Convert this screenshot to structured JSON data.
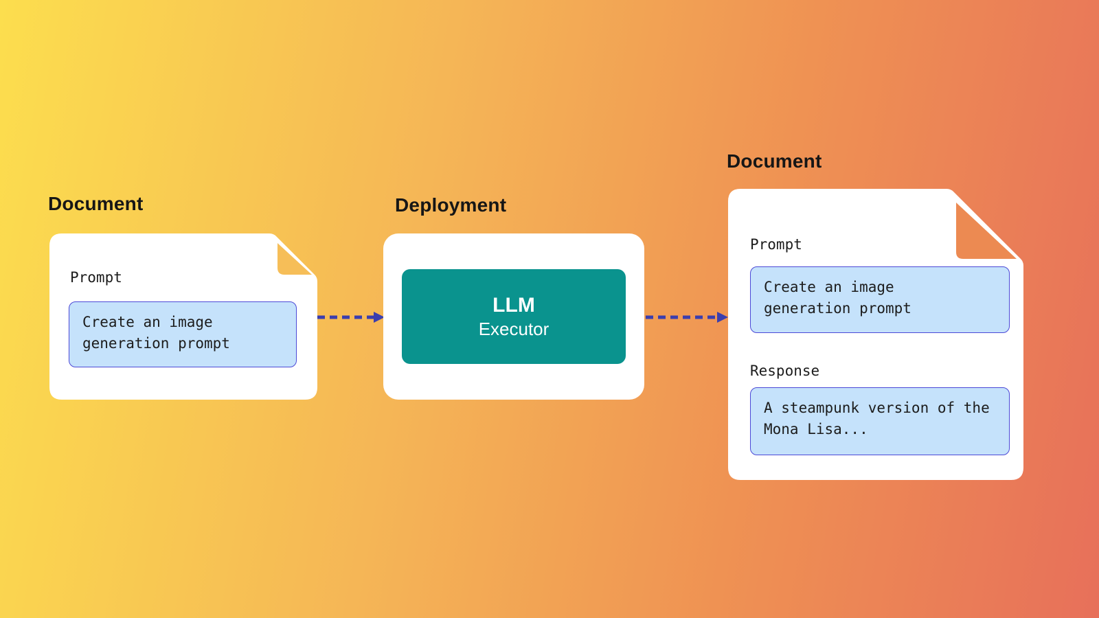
{
  "diagram": {
    "left_document": {
      "title": "Document",
      "prompt_label": "Prompt",
      "prompt_text": "Create an image\ngeneration prompt"
    },
    "deployment": {
      "title": "Deployment",
      "node_title": "LLM",
      "node_subtitle": "Executor"
    },
    "right_document": {
      "title": "Document",
      "prompt_label": "Prompt",
      "prompt_text": "Create an image\ngeneration prompt",
      "response_label": "Response",
      "response_text": "A steampunk version of the\nMona Lisa..."
    },
    "colors": {
      "background_gradient_start": "#FCDE4E",
      "background_gradient_mid": "#EF9253",
      "background_gradient_end": "#E7705A",
      "card_fill": "#FFFFFF",
      "field_fill": "#C5E2FB",
      "field_border": "#4B48D6",
      "executor_fill": "#0A938E",
      "arrow": "#3B3EAE",
      "title_text": "#161616",
      "fold_left": "#F6BE58",
      "fold_right": "#EC8A52"
    }
  }
}
